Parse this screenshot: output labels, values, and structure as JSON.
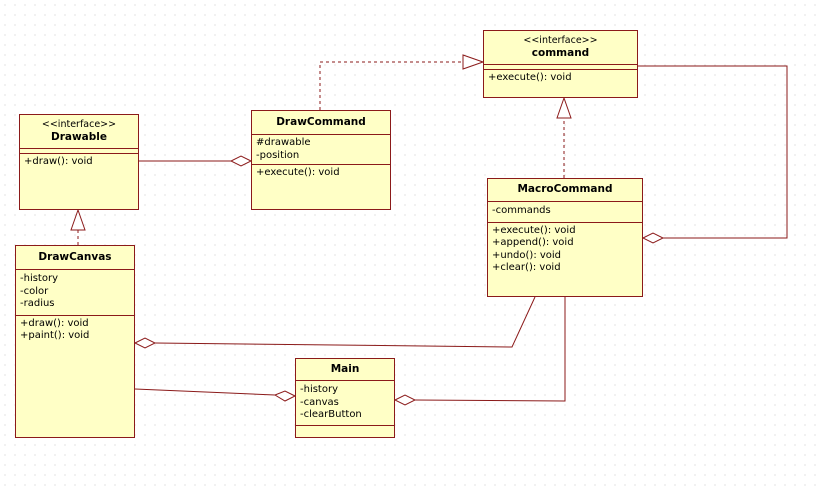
{
  "diagram": {
    "classes": {
      "command": {
        "stereotype": "<<interface>>",
        "name": "command",
        "attributes": [],
        "operations": [
          "+execute(): void"
        ]
      },
      "drawable": {
        "stereotype": "<<interface>>",
        "name": "Drawable",
        "attributes": [],
        "operations": [
          "+draw(): void"
        ]
      },
      "drawcommand": {
        "name": "DrawCommand",
        "attributes": [
          "#drawable",
          "-position"
        ],
        "operations": [
          "+execute(): void"
        ]
      },
      "macrocommand": {
        "name": "MacroCommand",
        "attributes": [
          "-commands"
        ],
        "operations": [
          "+execute(): void",
          "+append(): void",
          "+undo(): void",
          "+clear(): void"
        ]
      },
      "drawcanvas": {
        "name": "DrawCanvas",
        "attributes": [
          "-history",
          "-color",
          "-radius"
        ],
        "operations": [
          "+draw(): void",
          "+paint(): void"
        ]
      },
      "main": {
        "name": "Main",
        "attributes": [
          "-history",
          "-canvas",
          "-clearButton"
        ],
        "operations": []
      }
    },
    "relationships": [
      {
        "type": "realization",
        "from": "drawcommand",
        "to": "command"
      },
      {
        "type": "realization",
        "from": "macrocommand",
        "to": "command"
      },
      {
        "type": "realization",
        "from": "drawcanvas",
        "to": "drawable"
      },
      {
        "type": "aggregation",
        "whole": "drawcommand",
        "part": "drawable"
      },
      {
        "type": "aggregation",
        "whole": "macrocommand",
        "part": "command"
      },
      {
        "type": "aggregation",
        "whole": "drawcanvas",
        "part": "macrocommand"
      },
      {
        "type": "aggregation",
        "whole": "main",
        "part": "drawcanvas"
      },
      {
        "type": "aggregation",
        "whole": "main",
        "part": "macrocommand"
      }
    ],
    "colors": {
      "fill": "#ffffc6",
      "stroke": "#8b1a1a"
    }
  }
}
